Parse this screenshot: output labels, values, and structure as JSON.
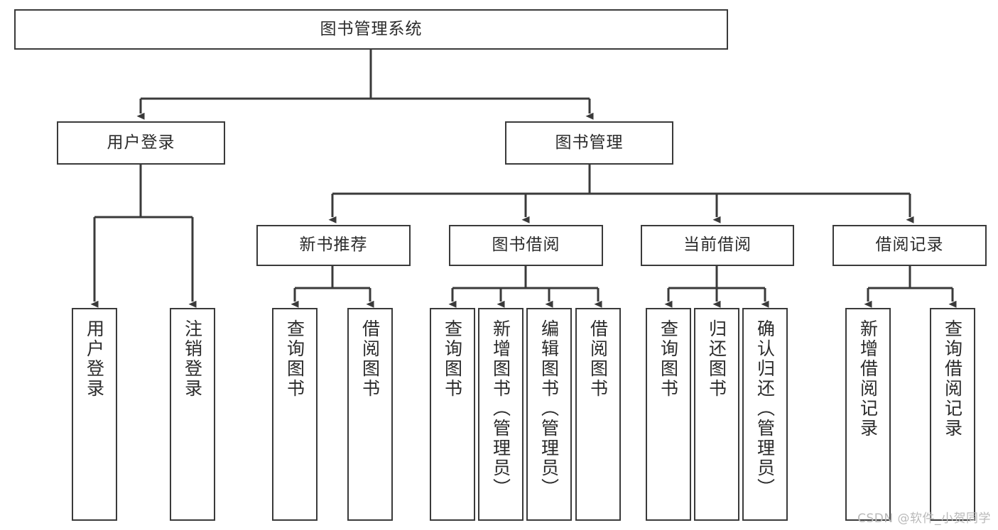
{
  "diagram": {
    "title": "图书管理系统",
    "type": "tree-hierarchy-diagram",
    "root": {
      "id": "root",
      "label": "图书管理系统"
    },
    "level2": [
      {
        "id": "user-login",
        "label": "用户登录"
      },
      {
        "id": "book-manage",
        "label": "图书管理"
      }
    ],
    "level3": [
      {
        "id": "new-book-recommend",
        "label": "新书推荐",
        "parent": "book-manage"
      },
      {
        "id": "book-borrow",
        "label": "图书借阅",
        "parent": "book-manage"
      },
      {
        "id": "current-borrow",
        "label": "当前借阅",
        "parent": "book-manage"
      },
      {
        "id": "borrow-record",
        "label": "借阅记录",
        "parent": "book-manage"
      }
    ],
    "leaves": [
      {
        "id": "leaf-user-login",
        "label": "用户登录",
        "parent": "user-login"
      },
      {
        "id": "leaf-user-logout",
        "label": "注销登录",
        "parent": "user-login"
      },
      {
        "id": "leaf-query-book-1",
        "label": "查询图书",
        "parent": "new-book-recommend"
      },
      {
        "id": "leaf-borrow-book-1",
        "label": "借阅图书",
        "parent": "new-book-recommend"
      },
      {
        "id": "leaf-query-book-2",
        "label": "查询图书",
        "parent": "book-borrow"
      },
      {
        "id": "leaf-add-book",
        "label": "新增图书（管理员）",
        "parent": "book-borrow"
      },
      {
        "id": "leaf-edit-book",
        "label": "编辑图书（管理员）",
        "parent": "book-borrow"
      },
      {
        "id": "leaf-borrow-book-2",
        "label": "借阅图书",
        "parent": "book-borrow"
      },
      {
        "id": "leaf-query-book-3",
        "label": "查询图书",
        "parent": "current-borrow"
      },
      {
        "id": "leaf-return-book",
        "label": "归还图书",
        "parent": "current-borrow"
      },
      {
        "id": "leaf-confirm-return",
        "label": "确认归还（管理员）",
        "parent": "current-borrow"
      },
      {
        "id": "leaf-add-record",
        "label": "新增借阅记录",
        "parent": "borrow-record"
      },
      {
        "id": "leaf-query-record",
        "label": "查询借阅记录",
        "parent": "borrow-record"
      }
    ],
    "colors": {
      "stroke": "#3a3a3a",
      "text": "#2b2b2b",
      "background": "#ffffff",
      "watermark": "#b9b9b9"
    }
  },
  "watermark": {
    "text": "CSDN @软件_小贺同学"
  }
}
